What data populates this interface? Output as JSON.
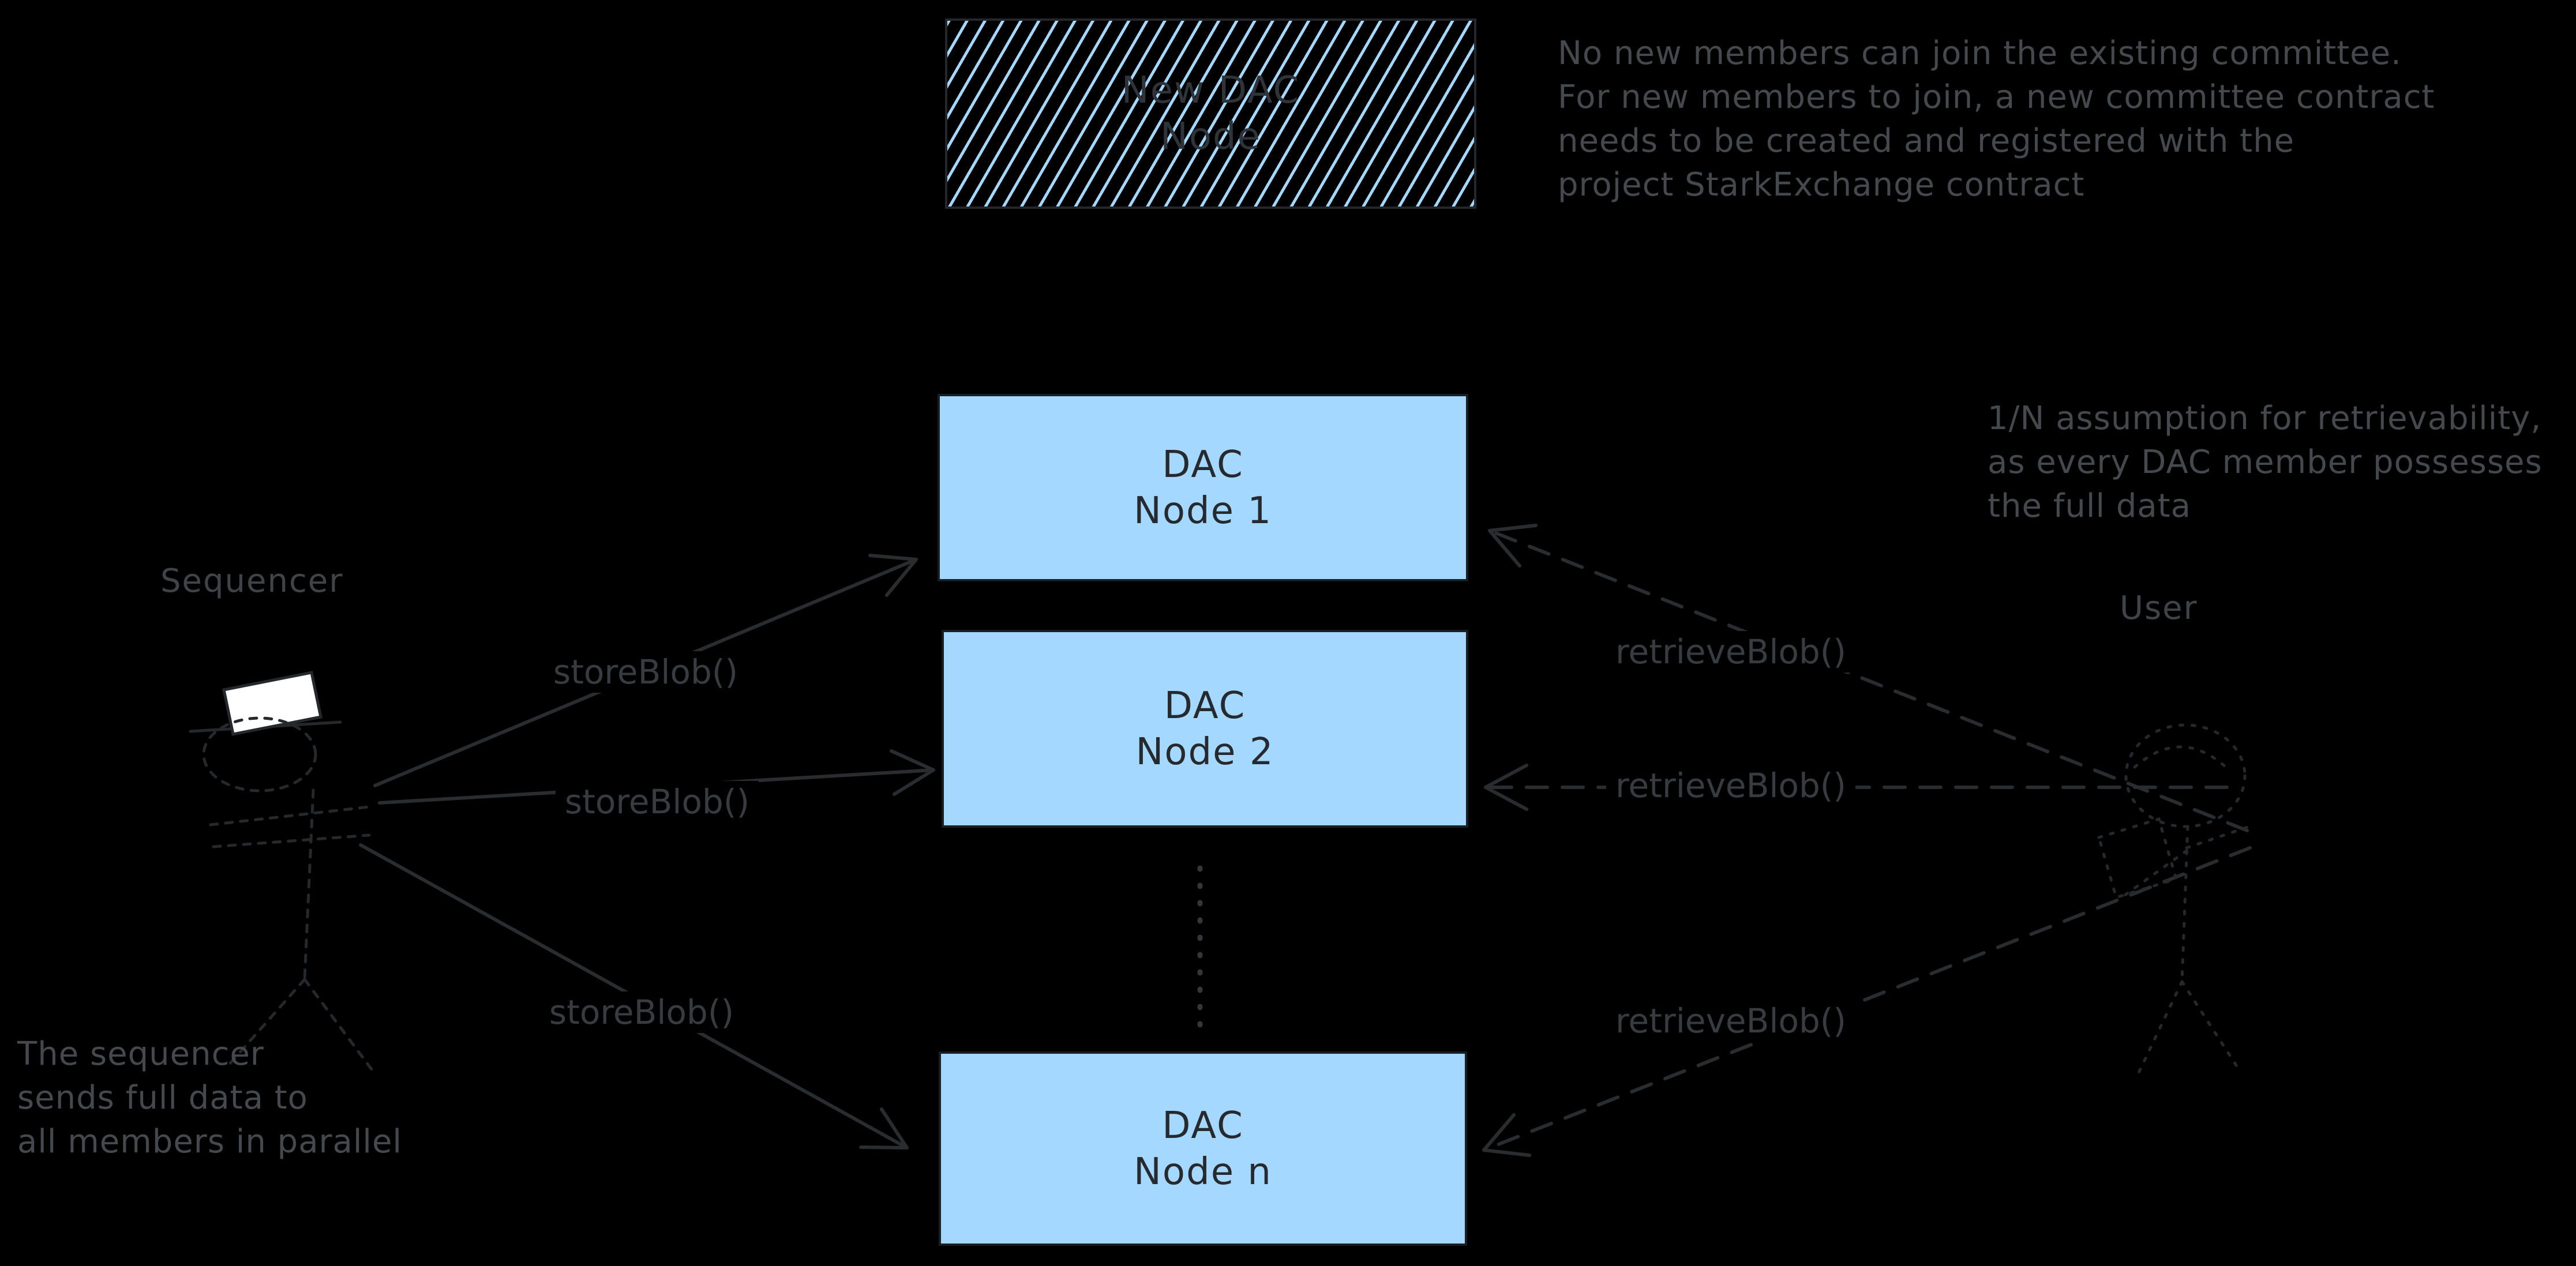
{
  "diagram": {
    "colors": {
      "background": "#000000",
      "box_fill": "#a5d8ff",
      "box_stroke": "#1e1e1e",
      "annotation_text": "#45484c",
      "wire": "#2a2d30"
    },
    "boxes": [
      {
        "id": "new-dac-node",
        "style": "hatched",
        "line1": "New DAC",
        "line2": "Node"
      },
      {
        "id": "dac-node-1",
        "style": "solid",
        "line1": "DAC",
        "line2": "Node 1"
      },
      {
        "id": "dac-node-2",
        "style": "solid",
        "line1": "DAC",
        "line2": "Node 2"
      },
      {
        "id": "dac-node-n",
        "style": "solid",
        "line1": "DAC",
        "line2": "Node n"
      }
    ],
    "actors": {
      "sequencer": "Sequencer",
      "user": "User"
    },
    "edge_labels": {
      "store": [
        "storeBlob()",
        "storeBlob()",
        "storeBlob()"
      ],
      "retrieve": [
        "retrieveBlob()",
        "retrieveBlob()",
        "retrieveBlob()"
      ]
    },
    "notes": {
      "committee": [
        "No new members can join the existing committee.",
        "For new members to join, a new committee contract",
        "needs to be created and registered with the",
        "project StarkExchange contract"
      ],
      "retrievability": [
        "1/N assumption for retrievability,",
        "as every DAC member possesses",
        "the full data"
      ],
      "sequencer": [
        "The sequencer",
        "sends full data to",
        "all members in parallel"
      ]
    }
  }
}
